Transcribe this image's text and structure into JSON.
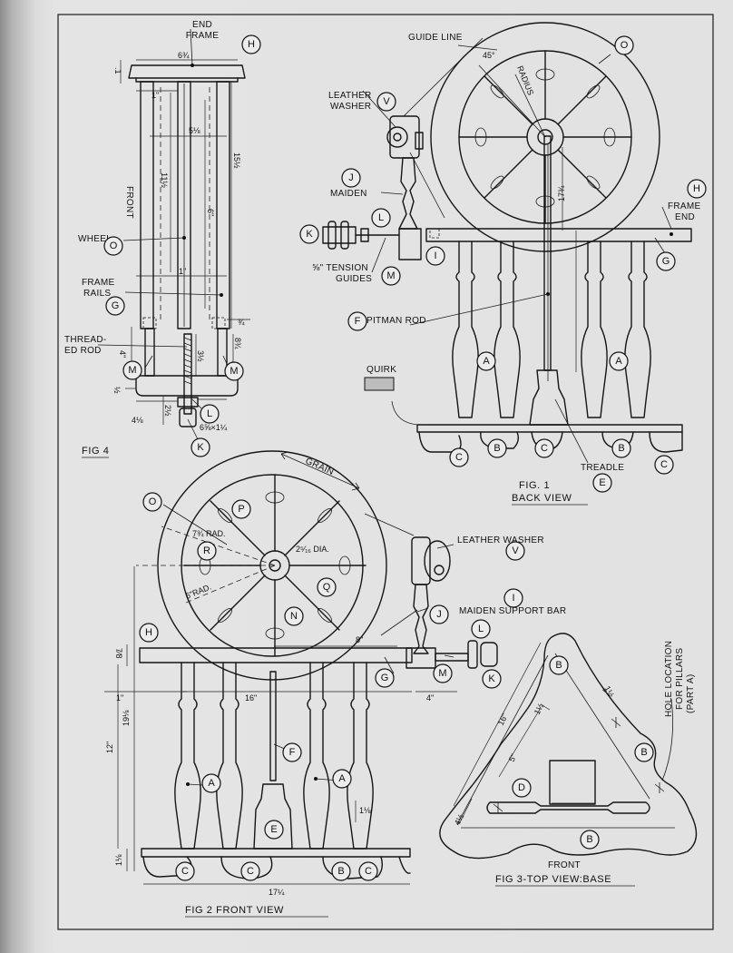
{
  "fig4": {
    "caption": "FIG 4",
    "labels": {
      "end_frame": [
        "END",
        "FRAME"
      ],
      "wheel": "WHEEL",
      "frame_rails": [
        "FRAME",
        "RAILS"
      ],
      "threaded_rod": [
        "THREAD-",
        "ED ROD"
      ],
      "front": "FRONT"
    },
    "dims": [
      "6¾",
      ".1",
      "1\"",
      "5⅛",
      "11½",
      "15½",
      "6\"",
      "1\"",
      "¾",
      "4\"",
      "3½",
      "8¾",
      "½",
      "4⅛",
      "2½",
      "6⅝×1¼"
    ],
    "bubbles": [
      "H",
      "O",
      "G",
      "M",
      "M",
      "L",
      "K"
    ]
  },
  "fig1": {
    "caption": [
      "FIG. 1",
      "BACK VIEW"
    ],
    "labels": {
      "guide_line": "GUIDE LINE",
      "leather_washer": [
        "LEATHER",
        "WASHER"
      ],
      "maiden": "MAIDEN",
      "tension_guides": [
        "⅝\" TENSION",
        "GUIDES"
      ],
      "pitman_rod": "PITMAN ROD",
      "quirk": "QUIRK",
      "treadle": "TREADLE",
      "frame_end": [
        "FRAME",
        "END"
      ],
      "radius": "RADIUS"
    },
    "dims": [
      "45°",
      "17¾"
    ],
    "bubbles": [
      "O",
      "V",
      "J",
      "K",
      "L",
      "I",
      "M",
      "F",
      "H",
      "G",
      "A",
      "A",
      "C",
      "B",
      "C",
      "B",
      "C",
      "E"
    ]
  },
  "fig2": {
    "caption": "FIG 2   FRONT VIEW",
    "labels": {
      "grain": "GRAIN",
      "leather_washer": "LEATHER WASHER",
      "maiden_support_bar": "MAIDEN SUPPORT BAR",
      "rad_7": "7¾ RAD.",
      "rad_6": "6\"RAD.",
      "dia": "2⁵⁄₁₆ DIA."
    },
    "dims": [
      "7⁄8",
      "1\"",
      "16\"",
      "8\"",
      "4\"",
      "12\"",
      "19⅛",
      "1⅛",
      "1⅛",
      "17¼"
    ],
    "bubbles": [
      "O",
      "P",
      "R",
      "Q",
      "N",
      "H",
      "V",
      "I",
      "J",
      "L",
      "G",
      "M",
      "K",
      "F",
      "A",
      "A",
      "E",
      "C",
      "C",
      "B",
      "C"
    ]
  },
  "fig3": {
    "caption": "FIG 3-TOP VIEW:BASE",
    "labels": {
      "front": "FRONT",
      "hole_location": [
        "HOLE LOCATION",
        "FOR PILLARS",
        "(PART A)"
      ]
    },
    "dims": [
      "16\"",
      "5\"",
      "4½",
      "1½",
      "1½"
    ],
    "bubbles": [
      "B",
      "B",
      "D",
      "B"
    ]
  }
}
